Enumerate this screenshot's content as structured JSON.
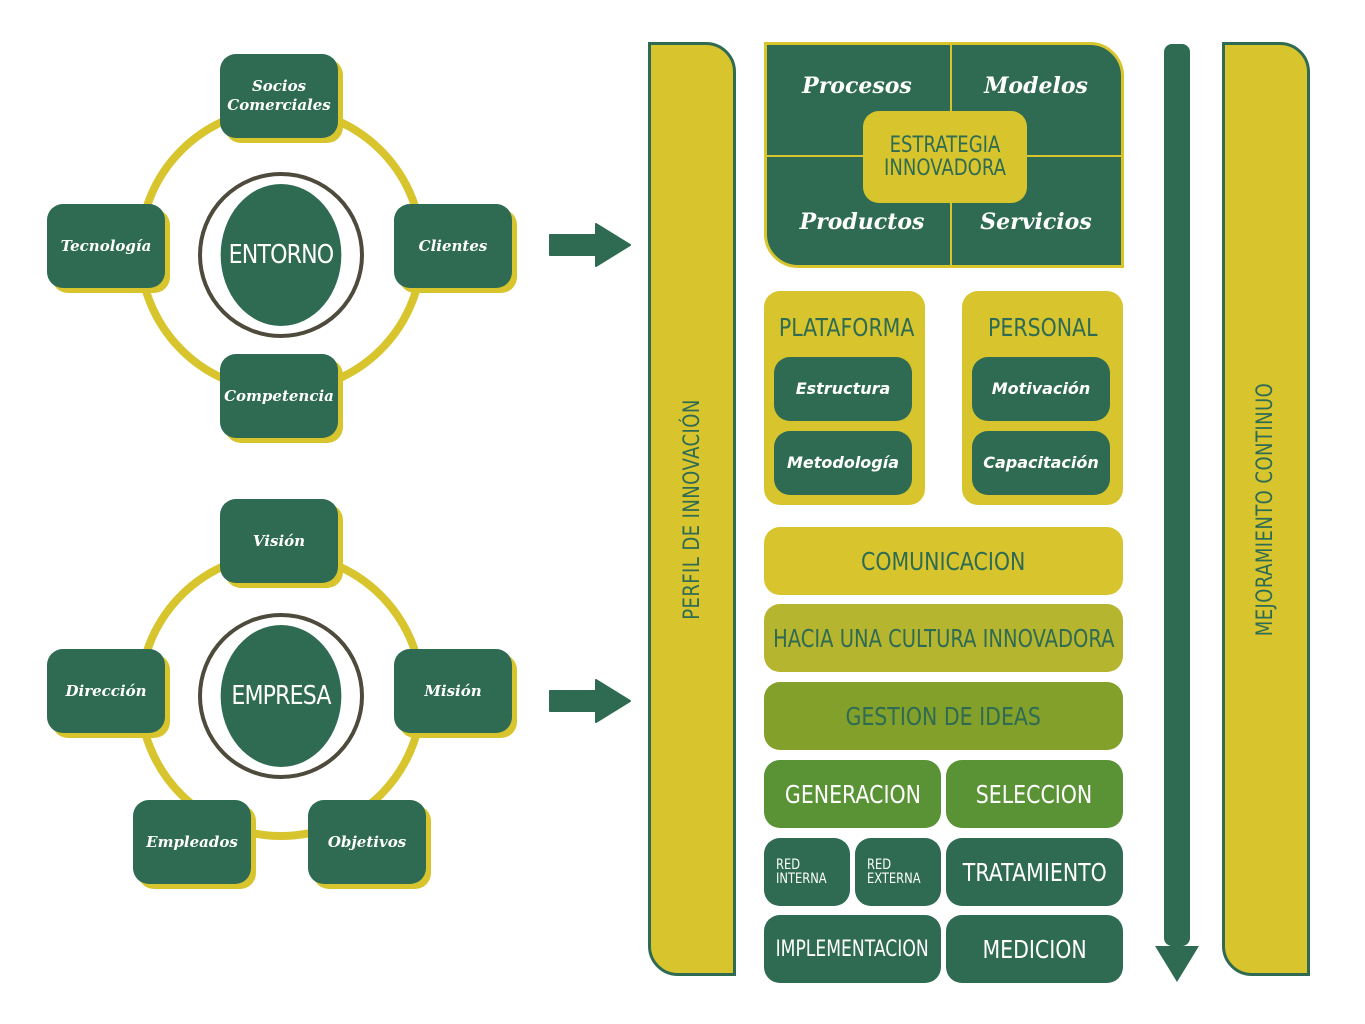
{
  "entorno": {
    "center": "ENTORNO",
    "nodes": {
      "top": "Socios Comerciales",
      "left": "Tecnología",
      "right": "Clientes",
      "bottom": "Competencia"
    }
  },
  "empresa": {
    "center": "EMPRESA",
    "nodes": {
      "top": "Visión",
      "left": "Dirección",
      "right": "Misión",
      "bottom_left": "Empleados",
      "bottom_right": "Objetivos"
    }
  },
  "left_bar": "PERFIL DE INNOVACIÓN",
  "right_bar": "MEJORAMIENTO CONTINUO",
  "estrategia": {
    "center": "ESTRATEGIA INNOVADORA",
    "quadrants": {
      "top_left": "Procesos",
      "top_right": "Modelos",
      "bottom_left": "Productos",
      "bottom_right": "Servicios"
    }
  },
  "plataforma": {
    "title": "PLATAFORMA",
    "items": [
      "Estructura",
      "Metodología"
    ]
  },
  "personal": {
    "title": "PERSONAL",
    "items": [
      "Motivación",
      "Capacitación"
    ]
  },
  "bands": {
    "comunicacion": "COMUNICACION",
    "cultura": "HACIA UNA CULTURA INNOVADORA",
    "gestion": "GESTION DE IDEAS"
  },
  "process": {
    "generacion": "GENERACION",
    "seleccion": "SELECCION",
    "red_interna": "RED INTERNA",
    "red_externa": "RED EXTERNA",
    "tratamiento": "TRATAMIENTO",
    "implementacion": "IMPLEMENTACION",
    "medicion": "MEDICION"
  },
  "colors": {
    "dark_green": "#2e6b52",
    "yellow": "#d8c52e",
    "olive": "#b5b530",
    "mid_green": "#82a02a",
    "leaf_green": "#5a9236"
  }
}
